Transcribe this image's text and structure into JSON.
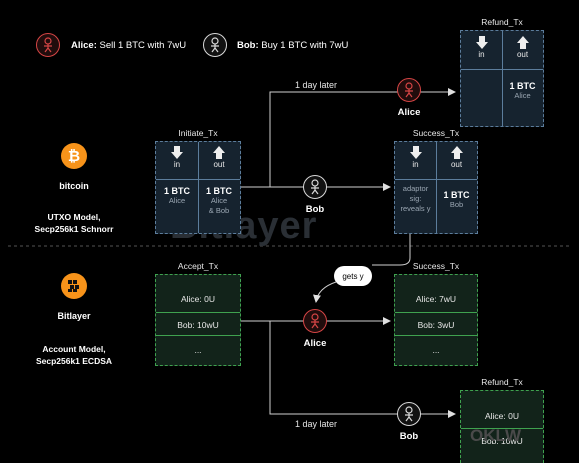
{
  "legend": {
    "alice": {
      "name": "Alice:",
      "desc": "Sell 1 BTC with 7wU"
    },
    "bob": {
      "name": "Bob:",
      "desc": "Buy 1 BTC with 7wU"
    }
  },
  "bitcoin": {
    "chain_name": "bitcoin",
    "model": "UTXO Model,",
    "model2": "Secp256k1 Schnorr",
    "initiate_tx": {
      "title": "Initiate_Tx",
      "in_label": "in",
      "out_label": "out",
      "in_value": "1 BTC",
      "in_owner": "Alice",
      "out_value": "1 BTC",
      "out_owner_line1": "Alice",
      "out_owner_line2": "& Bob"
    },
    "success_tx": {
      "title": "Success_Tx",
      "in_label": "in",
      "out_label": "out",
      "in_line1": "adaptor",
      "in_line2": "sig:",
      "in_line3": "reveals y",
      "out_value": "1 BTC",
      "out_owner": "Bob"
    },
    "refund_tx": {
      "title": "Refund_Tx",
      "in_label": "in",
      "out_label": "out",
      "out_value": "1 BTC",
      "out_owner": "Alice"
    },
    "mid_actor": "Bob",
    "refund_actor": "Alice",
    "delay_label": "1 day later"
  },
  "bitlayer": {
    "chain_name": "Bitlayer",
    "model": "Account Model,",
    "model2": "Secp256k1 ECDSA",
    "accept_tx": {
      "title": "Accept_Tx",
      "row1": "Alice: 0U",
      "row2": "Bob: 10wU",
      "row3": "..."
    },
    "success_tx": {
      "title": "Success_Tx",
      "row1": "Alice: 7wU",
      "row2": "Bob: 3wU",
      "row3": "..."
    },
    "refund_tx": {
      "title": "Refund_Tx",
      "row1": "Alice: 0U",
      "row2": "Bob: 10wU"
    },
    "mid_actor": "Alice",
    "refund_actor": "Bob",
    "delay_label": "1 day later",
    "cloud_label": "gets y"
  },
  "watermark": {
    "text": "Bitlayer",
    "corner": "OKLW"
  },
  "colors": {
    "btc_box": "#16232f",
    "bitlayer_box": "#12231a",
    "alice": "#d64545",
    "bob": "#d9d9d9",
    "bitcoin_orange": "#f7931a"
  }
}
